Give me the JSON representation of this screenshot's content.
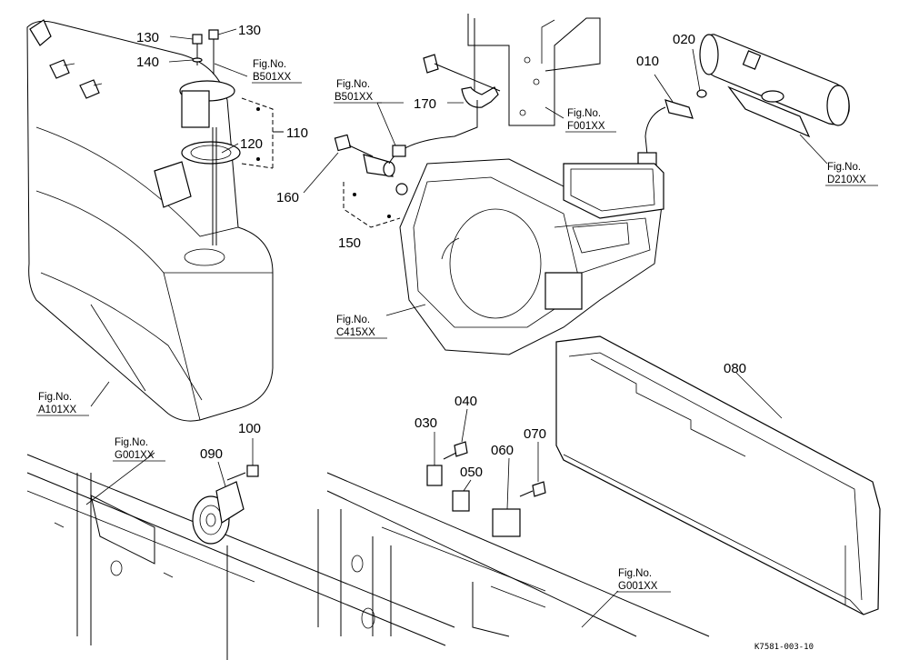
{
  "callouts": [
    {
      "id": "130a",
      "text": "130"
    },
    {
      "id": "130b",
      "text": "130"
    },
    {
      "id": "140",
      "text": "140"
    },
    {
      "id": "110",
      "text": "110"
    },
    {
      "id": "120",
      "text": "120"
    },
    {
      "id": "170",
      "text": "170"
    },
    {
      "id": "010",
      "text": "010"
    },
    {
      "id": "020",
      "text": "020"
    },
    {
      "id": "160",
      "text": "160"
    },
    {
      "id": "150",
      "text": "150"
    },
    {
      "id": "080",
      "text": "080"
    },
    {
      "id": "100",
      "text": "100"
    },
    {
      "id": "090",
      "text": "090"
    },
    {
      "id": "040",
      "text": "040"
    },
    {
      "id": "030",
      "text": "030"
    },
    {
      "id": "050",
      "text": "050"
    },
    {
      "id": "060",
      "text": "060"
    },
    {
      "id": "070",
      "text": "070"
    }
  ],
  "figrefs": [
    {
      "id": "b501-top",
      "label": "Fig.No.",
      "code": "B501XX"
    },
    {
      "id": "b501-mid",
      "label": "Fig.No.",
      "code": "B501XX"
    },
    {
      "id": "f001",
      "label": "Fig.No.",
      "code": "F001XX"
    },
    {
      "id": "d210",
      "label": "Fig.No.",
      "code": "D210XX"
    },
    {
      "id": "c415",
      "label": "Fig.No.",
      "code": "C415XX"
    },
    {
      "id": "a101",
      "label": "Fig.No.",
      "code": "A101XX"
    },
    {
      "id": "g001-left",
      "label": "Fig.No.",
      "code": "G001XX"
    },
    {
      "id": "g001-right",
      "label": "Fig.No.",
      "code": "G001XX"
    }
  ],
  "drawing_code": "K7581-003-10"
}
